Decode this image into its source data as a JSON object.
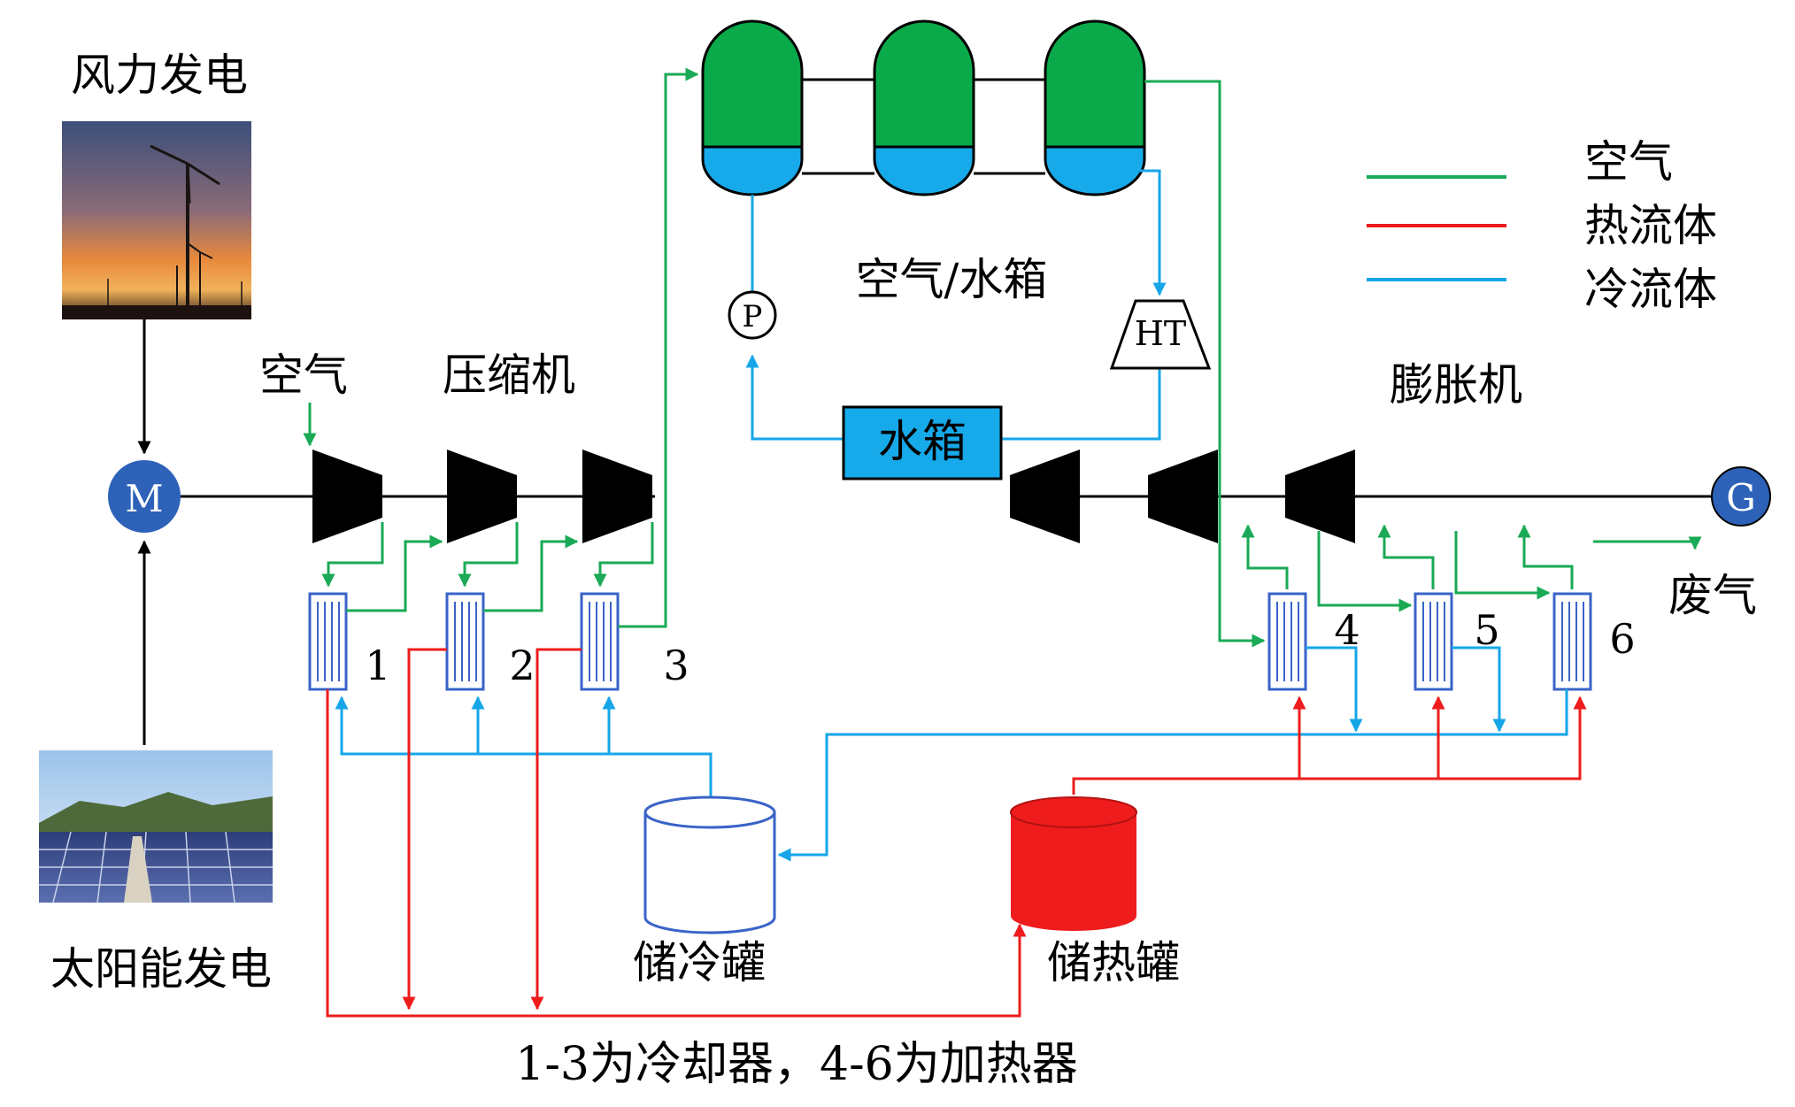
{
  "labels": {
    "wind_power": "风力发电",
    "solar_power": "太阳能发电",
    "air_inlet": "空气",
    "compressor": "压缩机",
    "air_water_tank": "空气/水箱",
    "water_tank": "水箱",
    "pump": "P",
    "turbine_ht": "HT",
    "expander": "膨胀机",
    "exhaust": "废气",
    "cold_storage": "储冷罐",
    "heat_storage": "储热罐",
    "motor": "M",
    "generator": "G",
    "caption": "1-3为冷却器，4-6为加热器"
  },
  "heat_exchangers": [
    "1",
    "2",
    "3",
    "4",
    "5",
    "6"
  ],
  "legend": [
    {
      "label": "空气",
      "color": "#1aaa55"
    },
    {
      "label": "热流体",
      "color": "#ee1c1c"
    },
    {
      "label": "冷流体",
      "color": "#16a6e8"
    }
  ],
  "colors": {
    "air": "#1aaa55",
    "hot": "#ee1c1c",
    "cold": "#16a6e8",
    "tank_green": "#0aaa4a",
    "tank_blue": "#17aaea",
    "circle_blue": "#2d62b8",
    "hx_blue": "#3a63c8"
  },
  "icons": [
    "wind-turbine-photo",
    "solar-panel-photo",
    "motor-icon",
    "generator-icon",
    "pump-icon",
    "turbine-icon",
    "compressor-icon",
    "expander-icon"
  ]
}
